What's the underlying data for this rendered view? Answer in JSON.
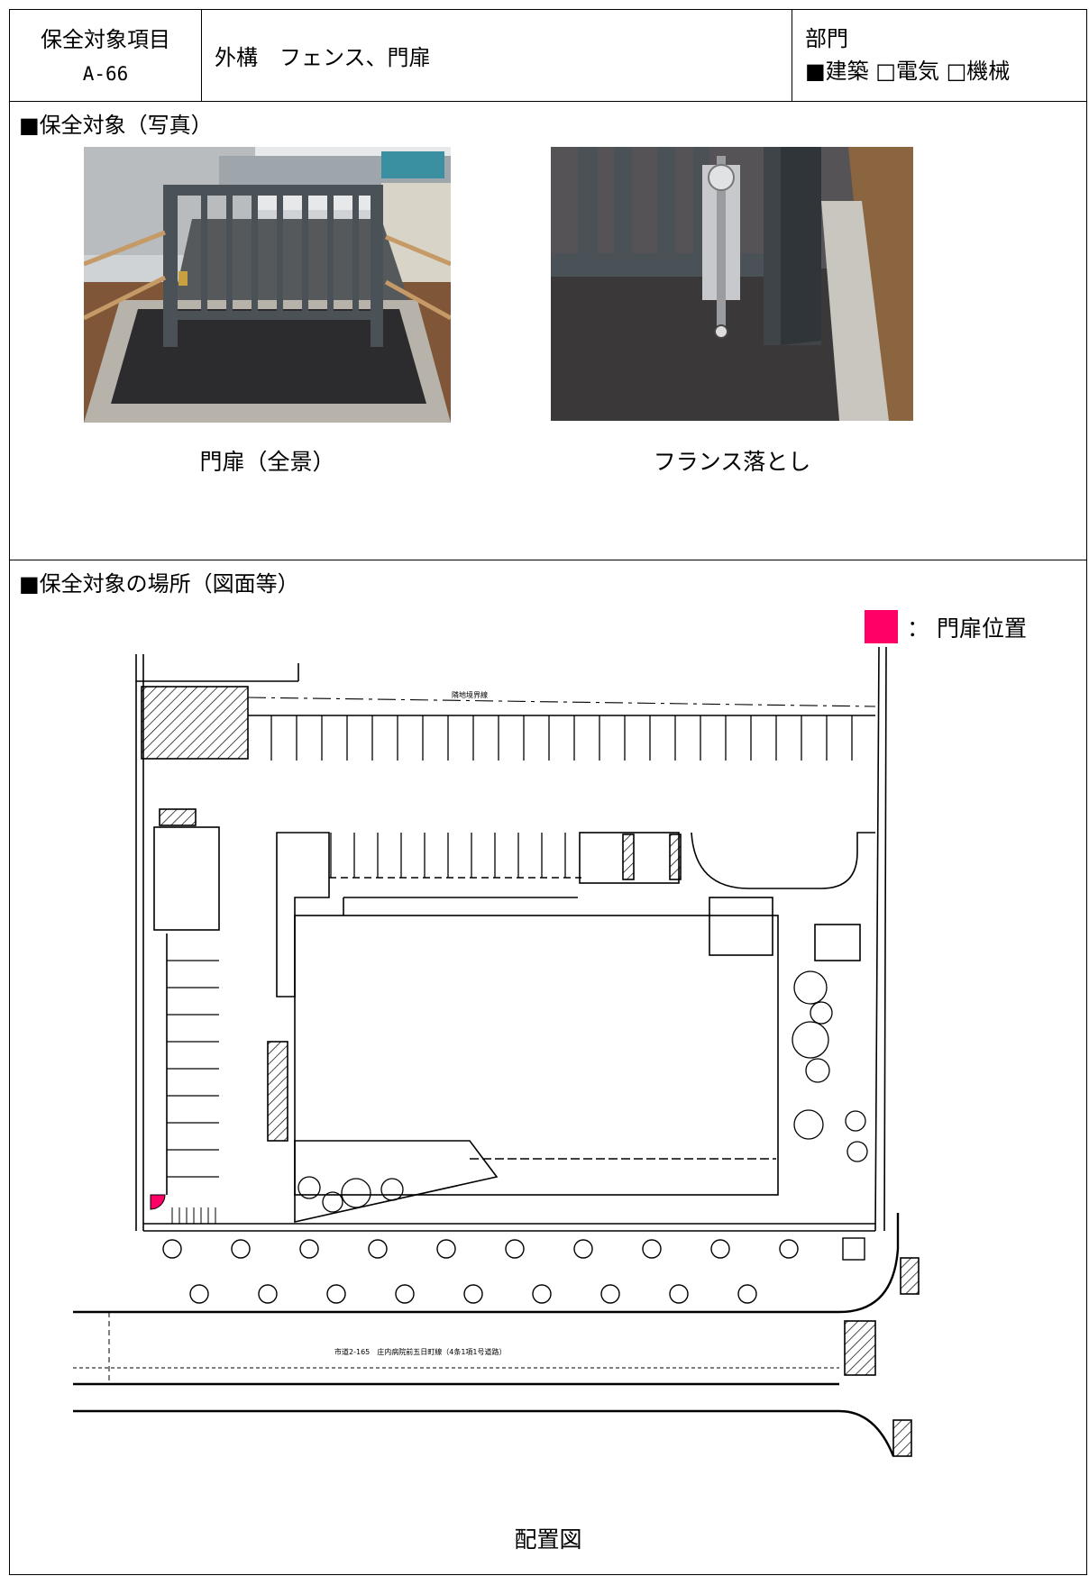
{
  "header": {
    "item_label": "保全対象項目",
    "item_code": "A-66",
    "item_name": "外構　フェンス、門扉",
    "dept_label": "部門",
    "dept_options": "■建築 □電気 □機械"
  },
  "photos_section": {
    "title": "■保全対象（写真）",
    "photos": [
      {
        "caption": "門扉（全景）"
      },
      {
        "caption": "フランス落とし"
      }
    ]
  },
  "location_section": {
    "title": "■保全対象の場所（図面等）",
    "legend": {
      "label": "： 門扉位置",
      "color": "#ff0066"
    },
    "plan_caption": "配置図",
    "plan_labels": {
      "boundary": "隣地境界線",
      "road": "市道2-165　庄内病院前五日町線（4条1項1号道路）"
    }
  },
  "colors": {
    "gate_gray": "#4a5257",
    "asphalt": "#2c2c2e",
    "soil": "#8a5a3a",
    "marker": "#ff0066"
  }
}
